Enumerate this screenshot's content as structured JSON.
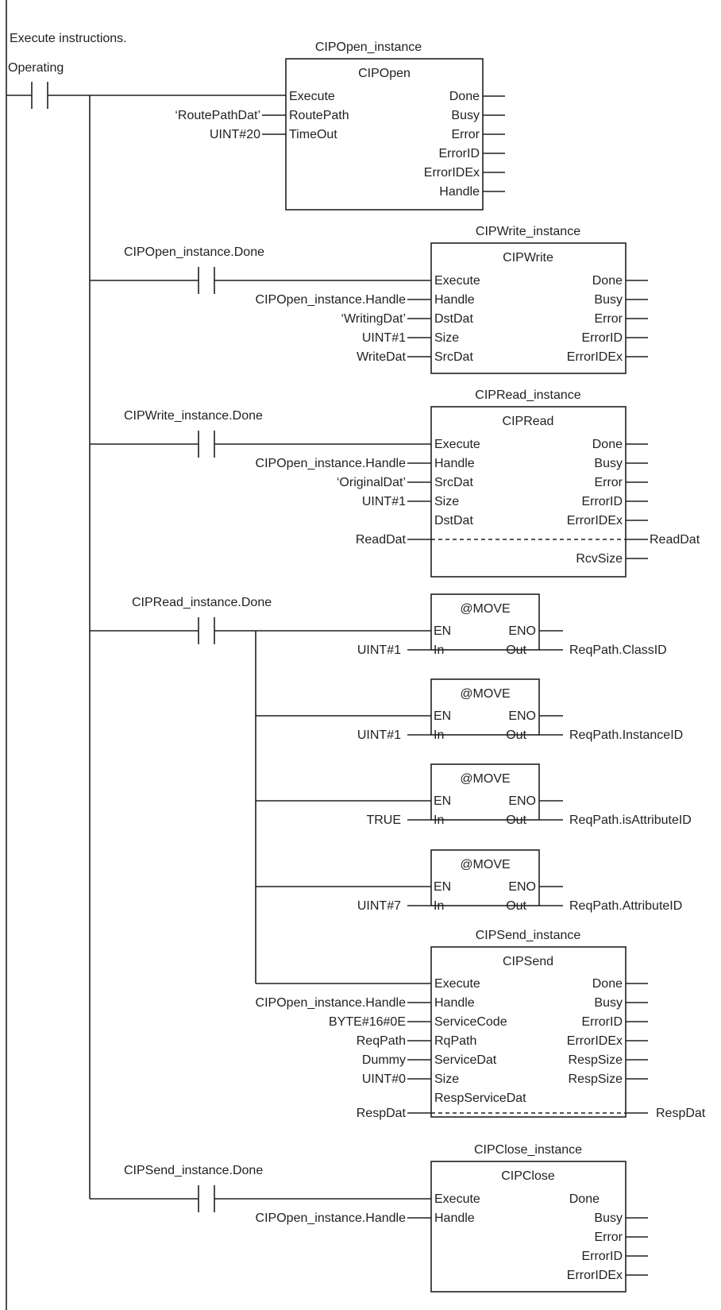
{
  "rung_comment": "Execute instructions.",
  "input_contact": "Operating",
  "blocks": [
    {
      "id": "cipopen",
      "instance": "CIPOpen_instance",
      "type": "CIPOpen",
      "inputs": [
        {
          "pin": "Execute",
          "arg": ""
        },
        {
          "pin": "RoutePath",
          "arg": "‘RoutePathDat’"
        },
        {
          "pin": "TimeOut",
          "arg": "UINT#20"
        }
      ],
      "outputs": [
        {
          "pin": "Done",
          "arg": ""
        },
        {
          "pin": "Busy",
          "arg": ""
        },
        {
          "pin": "Error",
          "arg": ""
        },
        {
          "pin": "ErrorID",
          "arg": ""
        },
        {
          "pin": "ErrorIDEx",
          "arg": ""
        },
        {
          "pin": "Handle",
          "arg": ""
        }
      ]
    },
    {
      "id": "cipwrite",
      "contact": "CIPOpen_instance.Done",
      "instance": "CIPWrite_instance",
      "type": "CIPWrite",
      "inputs": [
        {
          "pin": "Execute",
          "arg": ""
        },
        {
          "pin": "Handle",
          "arg": "CIPOpen_instance.Handle"
        },
        {
          "pin": "DstDat",
          "arg": "‘WritingDat’"
        },
        {
          "pin": "Size",
          "arg": "UINT#1"
        },
        {
          "pin": "SrcDat",
          "arg": "WriteDat"
        }
      ],
      "outputs": [
        {
          "pin": "Done",
          "arg": ""
        },
        {
          "pin": "Busy",
          "arg": ""
        },
        {
          "pin": "Error",
          "arg": ""
        },
        {
          "pin": "ErrorID",
          "arg": ""
        },
        {
          "pin": "ErrorIDEx",
          "arg": ""
        }
      ]
    },
    {
      "id": "cipread",
      "contact": "CIPWrite_instance.Done",
      "instance": "CIPRead_instance",
      "type": "CIPRead",
      "inputs": [
        {
          "pin": "Execute",
          "arg": ""
        },
        {
          "pin": "Handle",
          "arg": "CIPOpen_instance.Handle"
        },
        {
          "pin": "SrcDat",
          "arg": "‘OriginalDat’"
        },
        {
          "pin": "Size",
          "arg": "UINT#1"
        },
        {
          "pin": "DstDat",
          "arg": ""
        }
      ],
      "outputs": [
        {
          "pin": "Done",
          "arg": ""
        },
        {
          "pin": "Busy",
          "arg": ""
        },
        {
          "pin": "Error",
          "arg": ""
        },
        {
          "pin": "ErrorID",
          "arg": ""
        },
        {
          "pin": "ErrorIDEx",
          "arg": ""
        }
      ],
      "inout": {
        "in_arg": "ReadDat",
        "out_arg": "ReadDat"
      },
      "extra_outputs": [
        {
          "pin": "RcvSize",
          "arg": ""
        }
      ]
    }
  ],
  "move_contact": "CIPRead_instance.Done",
  "moves": [
    {
      "title": "@MOVE",
      "en": "EN",
      "eno": "ENO",
      "in": "In",
      "out": "Out",
      "in_arg": "UINT#1",
      "out_arg": "ReqPath.ClassID"
    },
    {
      "title": "@MOVE",
      "en": "EN",
      "eno": "ENO",
      "in": "In",
      "out": "Out",
      "in_arg": "UINT#1",
      "out_arg": "ReqPath.InstanceID"
    },
    {
      "title": "@MOVE",
      "en": "EN",
      "eno": "ENO",
      "in": "In",
      "out": "Out",
      "in_arg": "TRUE",
      "out_arg": "ReqPath.isAttributeID"
    },
    {
      "title": "@MOVE",
      "en": "EN",
      "eno": "ENO",
      "in": "In",
      "out": "Out",
      "in_arg": "UINT#7",
      "out_arg": "ReqPath.AttributeID"
    }
  ],
  "cipsend": {
    "instance": "CIPSend_instance",
    "type": "CIPSend",
    "inputs": [
      {
        "pin": "Execute",
        "arg": ""
      },
      {
        "pin": "Handle",
        "arg": "CIPOpen_instance.Handle"
      },
      {
        "pin": "ServiceCode",
        "arg": "BYTE#16#0E"
      },
      {
        "pin": "RqPath",
        "arg": "ReqPath"
      },
      {
        "pin": "ServiceDat",
        "arg": "Dummy"
      },
      {
        "pin": "Size",
        "arg": "UINT#0"
      },
      {
        "pin": "RespServiceDat",
        "arg": ""
      }
    ],
    "outputs": [
      {
        "pin": "Done",
        "arg": ""
      },
      {
        "pin": "Busy",
        "arg": ""
      },
      {
        "pin": "ErrorID",
        "arg": ""
      },
      {
        "pin": "ErrorIDEx",
        "arg": ""
      },
      {
        "pin": "RespSize",
        "arg": ""
      },
      {
        "pin": "RespSize",
        "arg": ""
      }
    ],
    "inout": {
      "in_arg": "RespDat",
      "out_arg": "RespDat"
    }
  },
  "cipclose": {
    "contact": "CIPSend_instance.Done",
    "instance": "CIPClose_instance",
    "type": "CIPClose",
    "inputs": [
      {
        "pin": "Execute",
        "arg": ""
      },
      {
        "pin": "Handle",
        "arg": "CIPOpen_instance.Handle"
      }
    ],
    "outputs": [
      {
        "pin": "Done",
        "arg": ""
      },
      {
        "pin": "Busy",
        "arg": ""
      },
      {
        "pin": "Error",
        "arg": ""
      },
      {
        "pin": "ErrorID",
        "arg": ""
      },
      {
        "pin": "ErrorIDEx",
        "arg": ""
      }
    ]
  }
}
